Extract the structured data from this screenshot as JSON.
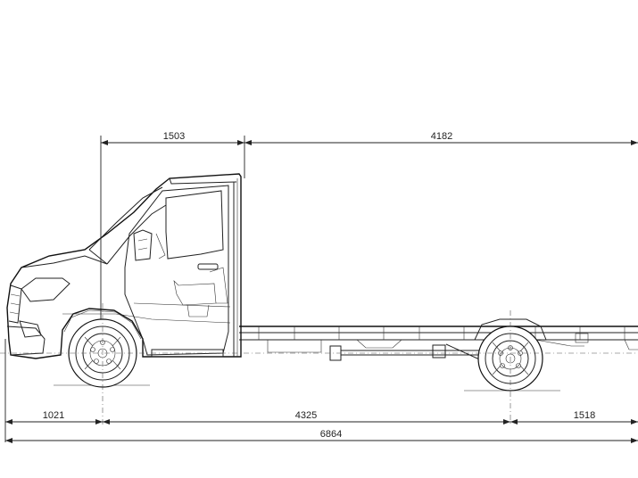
{
  "dimensions": {
    "cab_length": "1503",
    "body_length": "4182",
    "front_overhang": "1021",
    "wheelbase": "4325",
    "rear_overhang": "1518",
    "overall_length": "6864"
  }
}
